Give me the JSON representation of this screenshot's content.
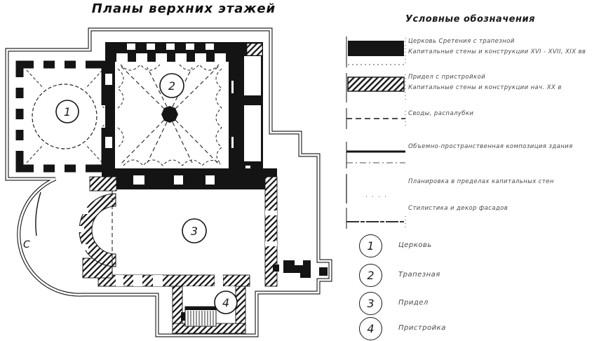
{
  "title": "Планы верхних этажей",
  "north_label": "С",
  "colors": {
    "ink": "#141414",
    "paper": "#ffffff",
    "faded_text": "#4a4a4a"
  },
  "plan": {
    "rooms": [
      {
        "number": "1"
      },
      {
        "number": "2"
      },
      {
        "number": "3"
      },
      {
        "number": "4"
      }
    ]
  },
  "legend": {
    "title": "Условные обозначения",
    "items": [
      {
        "swatch": "solid-black-bar",
        "lines": [
          "Церковь Сретения с трапезной",
          "Капитальные стены и конструкции XVI - XVII, XIX вв"
        ]
      },
      {
        "swatch": "hatched-bar",
        "lines": [
          "Придел с пристройкой",
          "Капитальные стены и конструкции нач. XX в"
        ]
      },
      {
        "swatch": "dashed-line",
        "lines": [
          "Своды, распалубки"
        ]
      },
      {
        "swatch": "solid-thick-line",
        "lines": [
          "Объемно-пространственная композиция здания"
        ]
      },
      {
        "swatch": "blank",
        "lines": [
          "Планировка в пределах капитальных стен"
        ]
      },
      {
        "swatch": "thin-line",
        "lines": [
          "Стилистика и декор фасадов"
        ]
      }
    ]
  },
  "key": {
    "items": [
      {
        "number": "1",
        "label": "Церковь"
      },
      {
        "number": "2",
        "label": "Трапезная"
      },
      {
        "number": "3",
        "label": "Придел"
      },
      {
        "number": "4",
        "label": "Пристройка"
      }
    ]
  }
}
